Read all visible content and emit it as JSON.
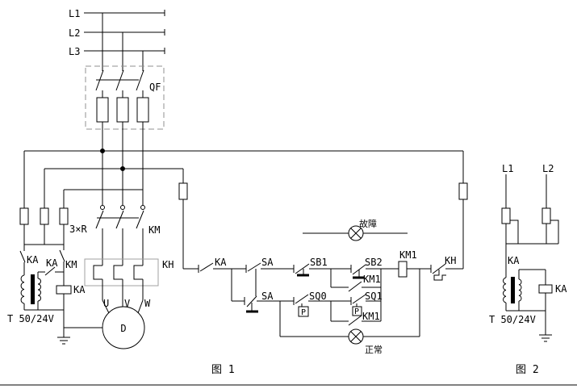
{
  "figure1": {
    "caption": "图 1",
    "phase_labels": [
      "L1",
      "L2",
      "L3"
    ],
    "breaker": "QF",
    "resistors": "3×R",
    "contactor": "KM",
    "overload": "KH",
    "motor_terminals": [
      "U",
      "V",
      "W"
    ],
    "motor": "D",
    "monitor": {
      "ka_contact_primary": "KA",
      "ka_contact_secondary": "KA",
      "km_contact": "KM",
      "ka_coil": "KA",
      "transformer": "T 50/24V"
    },
    "control": {
      "ka_contact": "KA",
      "sa_upper": "SA",
      "sa_lower": "SA",
      "sb1": "SB1",
      "sb2": "SB2",
      "km1_aux_upper": "KM1",
      "km1_aux_lower": "KM1",
      "km1_coil": "KM1",
      "kh_contact": "KH",
      "sq0": "SQ0",
      "sq1": "SQ1",
      "sq0_p": "P",
      "sq1_p": "P",
      "fault_lamp": "故障",
      "normal_lamp": "正常"
    }
  },
  "figure2": {
    "caption": "图 2",
    "phase_labels": [
      "L1",
      "L2"
    ],
    "ka_wire": "KA",
    "ka_coil": "KA",
    "transformer": "T 50/24V"
  }
}
